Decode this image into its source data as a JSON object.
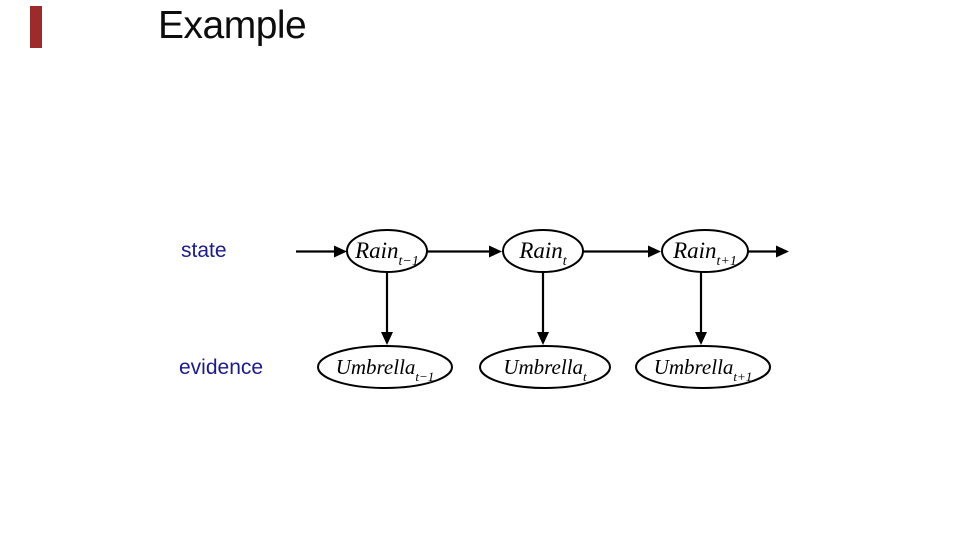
{
  "slide": {
    "title": "Example",
    "background_color": "#ffffff",
    "accent_bar_color": "#9e2b2b"
  },
  "labels": {
    "state": "state",
    "evidence": "evidence",
    "color": "#1b1b8f"
  },
  "diagram": {
    "type": "hidden-markov-model",
    "stroke_color": "#000000",
    "rain_nodes": [
      {
        "base": "Rain",
        "sub": "t−1"
      },
      {
        "base": "Rain",
        "sub": "t"
      },
      {
        "base": "Rain",
        "sub": "t+1"
      }
    ],
    "umbrella_nodes": [
      {
        "base": "Umbrella",
        "sub": "t−1"
      },
      {
        "base": "Umbrella",
        "sub": "t"
      },
      {
        "base": "Umbrella",
        "sub": "t+1"
      }
    ]
  }
}
